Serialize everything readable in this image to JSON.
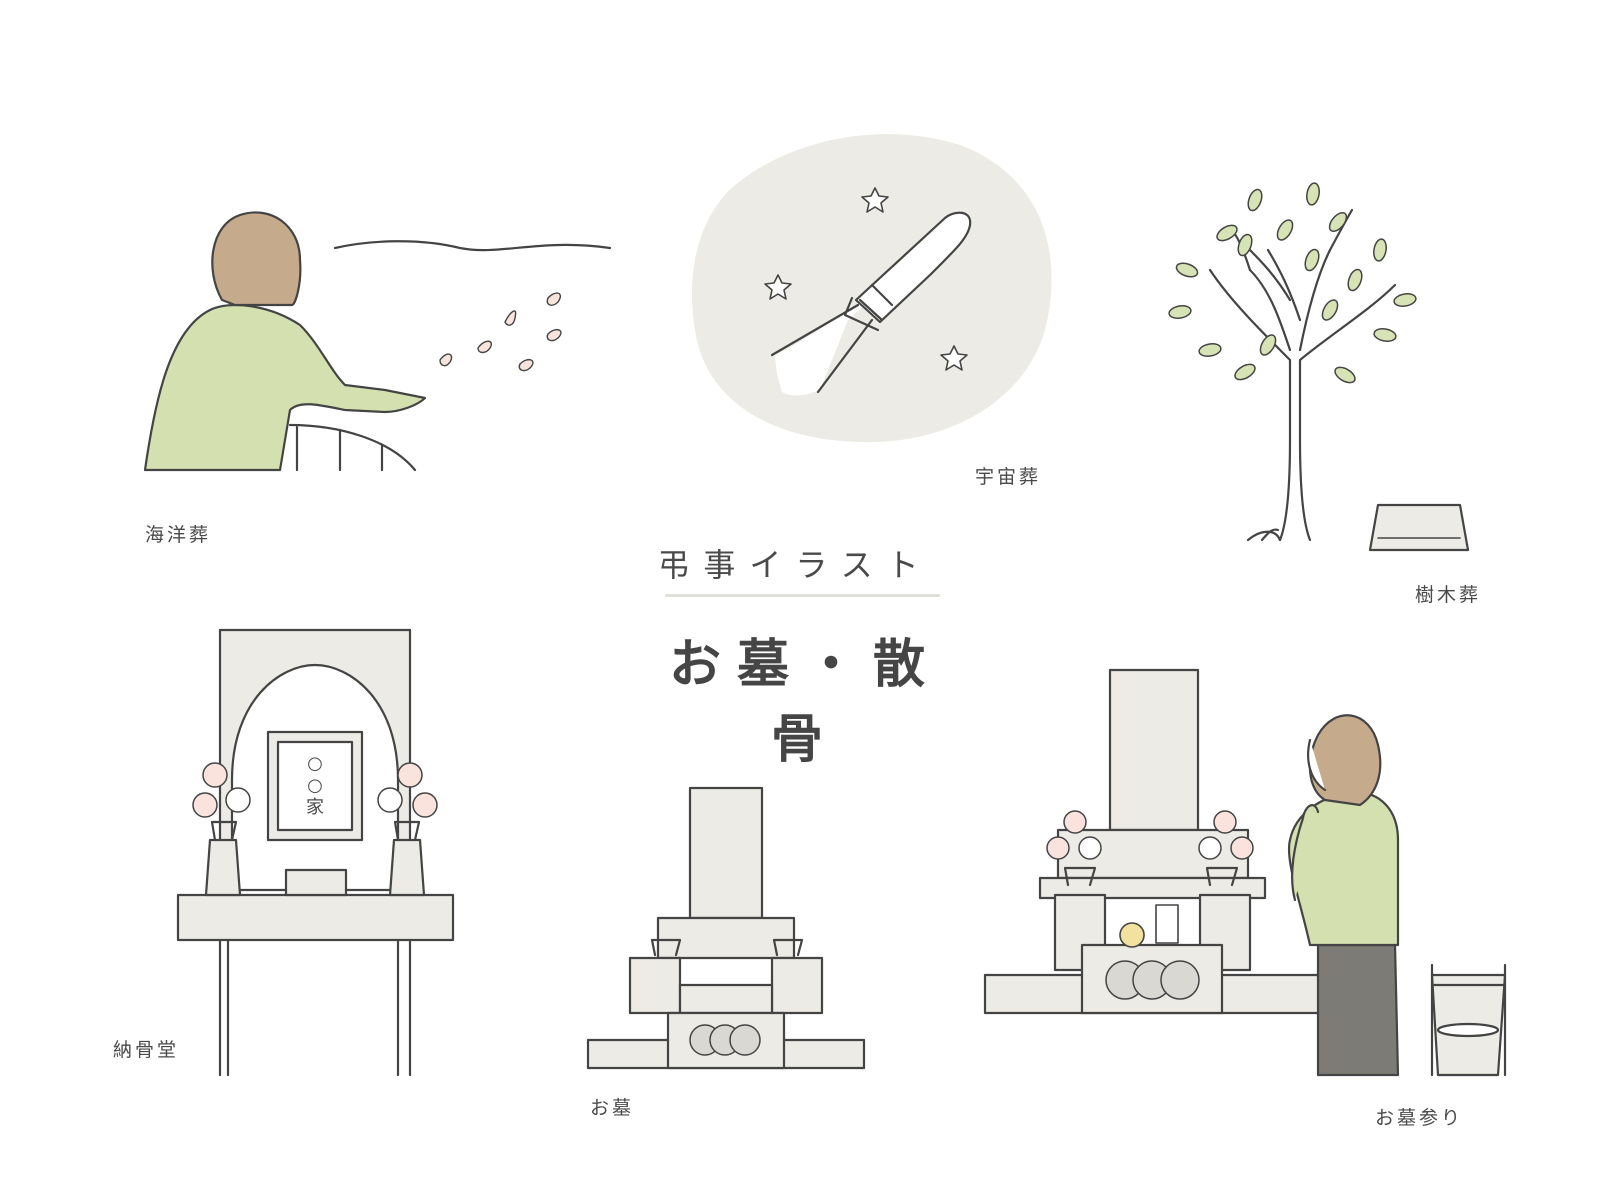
{
  "header": {
    "subtitle": "弔事イラスト",
    "title": "お墓・散骨"
  },
  "labels": {
    "sea_burial": "海洋葬",
    "space_burial": "宇宙葬",
    "tree_burial": "樹木葬",
    "ossuary": "納骨堂",
    "grave": "お墓",
    "grave_visit": "お墓参り"
  },
  "ossuary_plaque": {
    "line1": "○",
    "line2": "○",
    "line3": "家"
  },
  "colors": {
    "stroke": "#444444",
    "stone": "#ecebe5",
    "stone_dark": "#d9d8d2",
    "clothing_green": "#d5e0b0",
    "hair_brown": "#c6aa8c",
    "petal_pink": "#fae3dd",
    "leaf_green": "#d6e3b5",
    "trousers_grey": "#7d7b76",
    "space_blob": "#ecebe5"
  }
}
